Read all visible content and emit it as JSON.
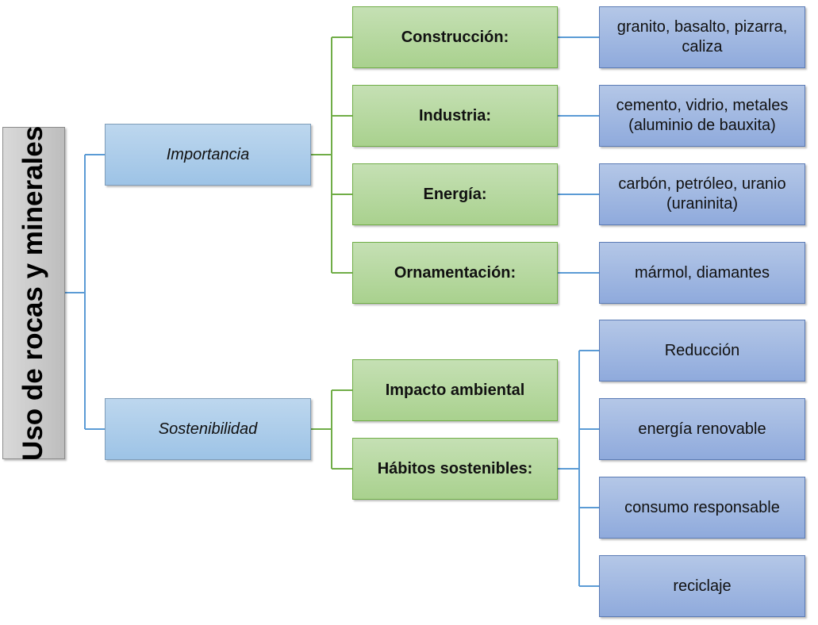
{
  "root": {
    "label": "Uso de rocas y minerales"
  },
  "importancia": {
    "label": "Importancia",
    "children": [
      {
        "label": "Construcción:",
        "detail": "granito, basalto, pizarra, caliza"
      },
      {
        "label": "Industria:",
        "detail": "cemento, vidrio, metales (aluminio de bauxita)"
      },
      {
        "label": "Energía:",
        "detail": "carbón, petróleo, uranio (uraninita)"
      },
      {
        "label": "Ornamentación:",
        "detail": "mármol, diamantes"
      }
    ]
  },
  "sostenibilidad": {
    "label": "Sostenibilidad",
    "children": [
      {
        "label": "Impacto ambiental"
      },
      {
        "label": "Hábitos sostenibles:"
      }
    ],
    "habitos": [
      "Reducción",
      "energía renovable",
      "consumo responsable",
      "reciclaje"
    ]
  },
  "colors": {
    "blue_line": "#5b9bd5",
    "green_line": "#70ad47"
  }
}
